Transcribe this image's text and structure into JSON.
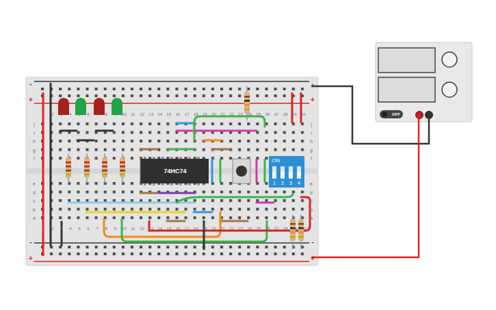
{
  "diagram": {
    "nodes": [
      {
        "text": [
          "OFF"
        ]
      },
      {
        "text": [
          "74HC74"
        ]
      },
      {
        "text": [
          "ON",
          "1",
          "2",
          "3",
          "4"
        ]
      }
    ],
    "labels": [
      "-",
      "+",
      "-",
      "+",
      "-",
      "+",
      "-",
      "+",
      "1",
      "2",
      "3",
      "4",
      "5",
      "6",
      "7",
      "8",
      "9",
      "10",
      "11",
      "12",
      "13",
      "14",
      "15",
      "16",
      "17",
      "18",
      "19",
      "20",
      "21",
      "22",
      "23",
      "24",
      "25",
      "26",
      "27",
      "28",
      "29",
      "30",
      "1",
      "2",
      "3",
      "4",
      "5",
      "6",
      "7",
      "8",
      "9",
      "10",
      "11",
      "12",
      "13",
      "14",
      "15",
      "16",
      "17",
      "18",
      "19",
      "20",
      "21",
      "22",
      "23",
      "24",
      "25",
      "26",
      "27",
      "28",
      "29",
      "30",
      "j",
      "i",
      "h",
      "g",
      "f",
      "e",
      "d",
      "c",
      "b",
      "a",
      "j",
      "i",
      "h",
      "g",
      "f",
      "e",
      "d",
      "c",
      "b",
      "a"
    ]
  }
}
